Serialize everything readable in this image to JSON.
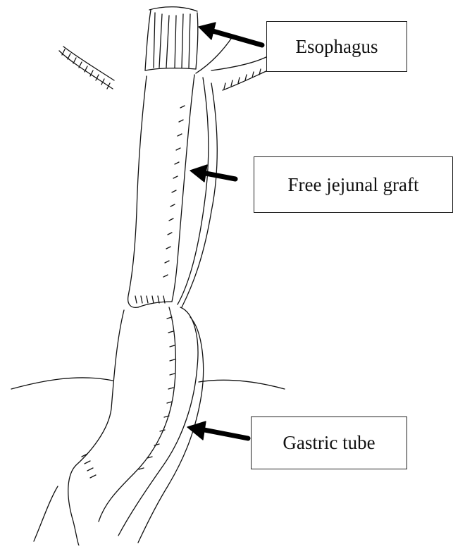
{
  "labels": {
    "esophagus": "Esophagus",
    "jejunal_graft": "Free jejunal graft",
    "gastric_tube": "Gastric tube"
  },
  "colors": {
    "ink": "#111111",
    "background": "#ffffff"
  }
}
